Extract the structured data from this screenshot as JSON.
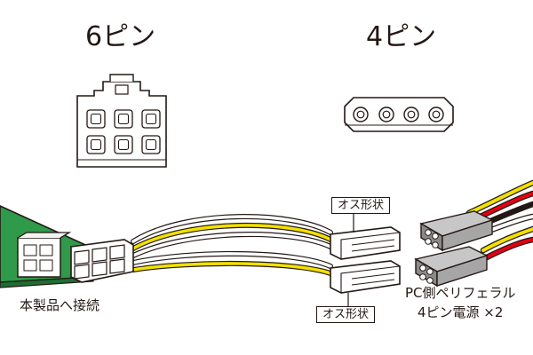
{
  "headings": {
    "six_pin": "6ピン",
    "four_pin": "4ピン"
  },
  "labels": {
    "connect_to_product": "本製品へ接続",
    "male_shape_top": "オス形状",
    "male_shape_bottom": "オス形状",
    "pc_side_line1": "PC側ペリフェラル",
    "pc_side_line2": "4ピン電源 ×2"
  },
  "colors": {
    "outline": "#231815",
    "board_green": "#2e9a4a",
    "wire_yellow": "#f2e100",
    "wire_red": "#e60012",
    "wire_black": "#231815",
    "wire_white": "#ffffff",
    "connector_gray": "#9a9a9a"
  }
}
